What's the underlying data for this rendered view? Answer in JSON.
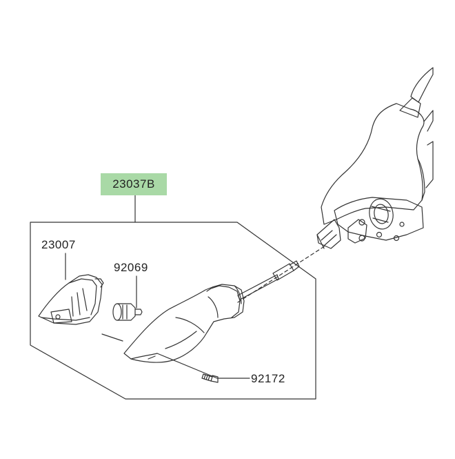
{
  "labels": {
    "assembly": "23037B",
    "lens": "23007",
    "bulb": "92069",
    "screw": "92172"
  },
  "colors": {
    "line": "#333333",
    "highlight": "#a9d9a6",
    "background": "#ffffff"
  }
}
